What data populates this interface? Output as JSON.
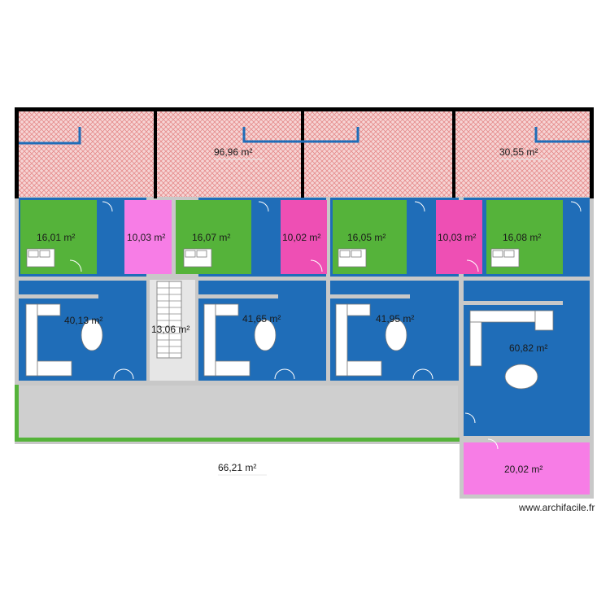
{
  "plan": {
    "colors": {
      "wall": "#c8c8c8",
      "living": "#1f6db8",
      "bedroom": "#55b33a",
      "bath_light": "#f77de6",
      "bath_dark": "#ee4fb4",
      "terrace_fill": "#f6d4d4",
      "terrace_hatch": "#e58b8b",
      "thick_wall": "#000000",
      "green_edge": "#55b33a",
      "hall": "#cfcfcf",
      "furniture": "#ffffff",
      "furniture_stroke": "#7a7a7a"
    },
    "room_labels": [
      "96,96 m²",
      "30,55 m²",
      "16,01 m²",
      "10,03 m²",
      "16,07 m²",
      "10,02 m²",
      "16,05 m²",
      "10,03 m²",
      "16,08 m²",
      "40,13 m²",
      "13,06 m²",
      "41,65 m²",
      "41,95 m²",
      "60,82 m²",
      "66,21 m²",
      "20,02 m²"
    ]
  },
  "watermark": "www.archifacile.fr"
}
